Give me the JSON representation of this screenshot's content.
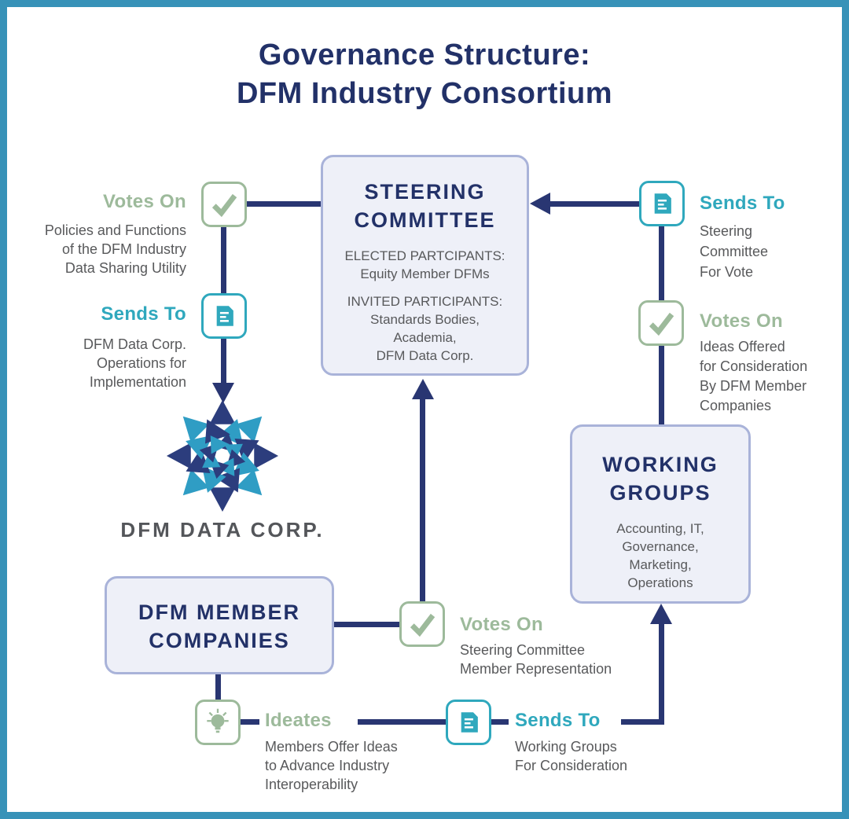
{
  "title": {
    "line1": "Governance Structure:",
    "line2": "DFM Industry Consortium"
  },
  "colors": {
    "navy": "#293672",
    "teal": "#2fa8bd",
    "sage": "#9dba9b",
    "gray_text": "#58595b",
    "node_fill": "#eef0f8",
    "node_border": "#a9b3d9",
    "logo_blue": "#2f9dc4",
    "logo_navy": "#2c3d7d",
    "wordmark_gray": "#54565a",
    "frame": "#3792b8"
  },
  "nodes": {
    "steering_committee": {
      "title_line1": "STEERING",
      "title_line2": "COMMITTEE",
      "elected_heading": "ELECTED PARTCIPANTS:",
      "elected_body": "Equity Member DFMs",
      "invited_heading": "INVITED PARTICIPANTS:",
      "invited_line1": "Standards Bodies,",
      "invited_line2": "Academia,",
      "invited_line3": "DFM Data Corp."
    },
    "working_groups": {
      "title_line1": "WORKING",
      "title_line2": "GROUPS",
      "body_line1": "Accounting, IT,",
      "body_line2": "Governance,",
      "body_line3": "Marketing,",
      "body_line4": "Operations"
    },
    "dfm_member_companies": {
      "title_line1": "DFM MEMBER",
      "title_line2": "COMPANIES"
    },
    "dfm_data_corp": {
      "wordmark": "DFM DATA CORP."
    }
  },
  "annotations": {
    "votes_on_policies": {
      "label": "Votes On",
      "line1": "Policies and Functions",
      "line2": "of the DFM Industry",
      "line3": "Data Sharing Utility"
    },
    "sends_to_data_corp": {
      "label": "Sends To",
      "line1": "DFM Data Corp.",
      "line2": "Operations for",
      "line3": "Implementation"
    },
    "votes_on_representation": {
      "label": "Votes On",
      "line1": "Steering Committee",
      "line2": "Member Representation"
    },
    "ideates": {
      "label": "Ideates",
      "line1": "Members Offer Ideas",
      "line2": "to Advance Industry",
      "line3": "Interoperability"
    },
    "sends_to_working_groups": {
      "label": "Sends To",
      "line1": "Working Groups",
      "line2": "For Consideration"
    },
    "sends_to_steering": {
      "label": "Sends To",
      "line1": "Steering",
      "line2": "Committee",
      "line3": "For Vote"
    },
    "votes_on_ideas": {
      "label": "Votes On",
      "line1": "Ideas Offered",
      "line2": "for Consideration",
      "line3": "By DFM Member",
      "line4": "Companies"
    }
  },
  "icons": {
    "checkmark": "✓",
    "document": "🗎",
    "lightbulb": "💡"
  }
}
